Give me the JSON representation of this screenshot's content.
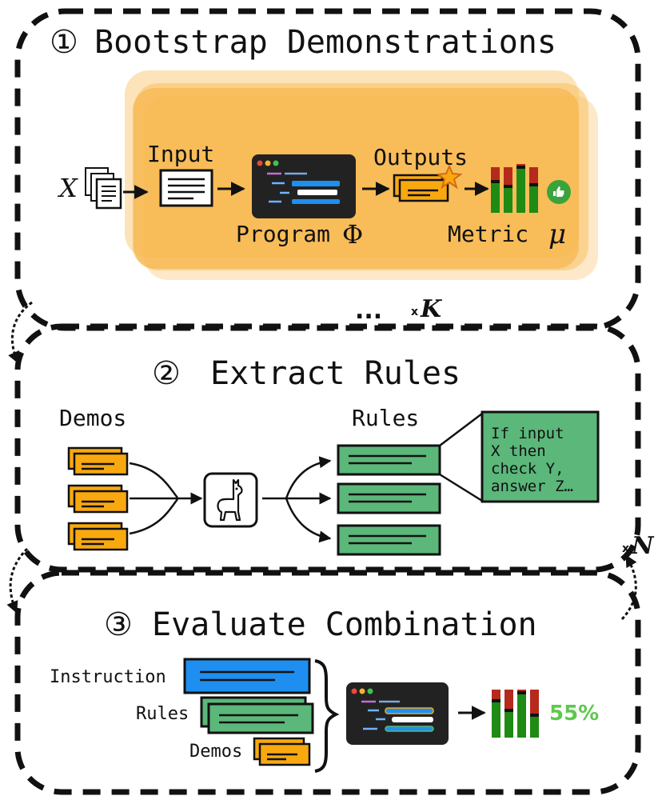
{
  "stage1": {
    "number": "①",
    "title": "Bootstrap Demonstrations",
    "x_symbol": "X",
    "input_label": "Input",
    "program_label": "Program",
    "program_symbol": "Φ",
    "outputs_label": "Outputs",
    "metric_label": "Metric",
    "metric_symbol": "μ",
    "repeat_dots": "...",
    "repeat_x": "x",
    "repeat_symbol": "K"
  },
  "stage2": {
    "number": "②",
    "title": "Extract Rules",
    "demos_label": "Demos",
    "rules_label": "Rules",
    "callout_lines": [
      "If input",
      "X then",
      "check Y,",
      "answer Z…"
    ]
  },
  "stage3": {
    "number": "③",
    "title": "Evaluate Combination",
    "instruction_label": "Instruction",
    "rules_label": "Rules",
    "demos_label": "Demos",
    "score": "55%"
  },
  "loop": {
    "repeat_x": "x",
    "repeat_symbol": "N"
  },
  "colors": {
    "orange": "#f9a90f",
    "green": "#5bb77a",
    "blue": "#1e8ff0",
    "dark": "#222222",
    "score_green": "#5dc94a",
    "bar_red": "#b52a1c",
    "bar_green": "#1f8a14",
    "glow": "#f8c163"
  }
}
